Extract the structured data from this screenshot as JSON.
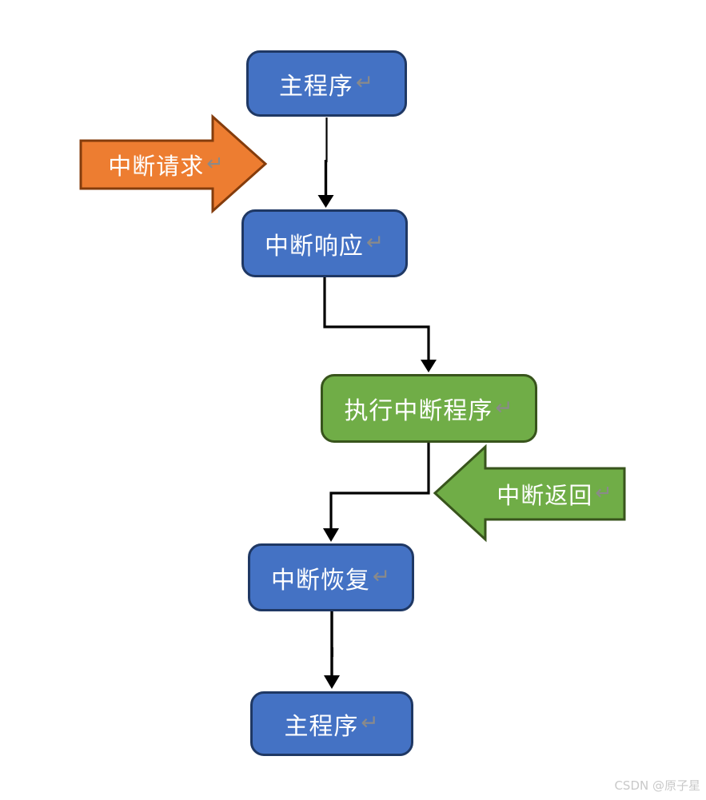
{
  "diagram": {
    "type": "flowchart",
    "background": "#FFFFFF",
    "return_mark": "↵",
    "watermark": "CSDN @原子星",
    "colors": {
      "node_blue_fill": "#4472C4",
      "node_blue_border": "#1F3864",
      "node_green_fill": "#70AD47",
      "node_green_border": "#38541C",
      "callout_orange_fill": "#ED7D31",
      "callout_orange_border": "#843C0C",
      "callout_green_fill": "#70AD47",
      "callout_green_border": "#38541C",
      "connector": "#000000",
      "node_text": "#FFFFFF",
      "return_mark_color": "#8A8A8A",
      "watermark_color": "#C9C9C9"
    },
    "nodes": [
      {
        "id": "main-program-top",
        "label": "主程序",
        "shape": "rounded-rect",
        "color": "blue"
      },
      {
        "id": "interrupt-response",
        "label": "中断响应",
        "shape": "rounded-rect",
        "color": "blue"
      },
      {
        "id": "execute-interrupt-routine",
        "label": "执行中断程序",
        "shape": "rounded-rect",
        "color": "green"
      },
      {
        "id": "interrupt-restore",
        "label": "中断恢复",
        "shape": "rounded-rect",
        "color": "blue"
      },
      {
        "id": "main-program-bottom",
        "label": "主程序",
        "shape": "rounded-rect",
        "color": "blue"
      }
    ],
    "callouts": [
      {
        "id": "interrupt-request",
        "label": "中断请求",
        "shape": "block-arrow",
        "direction": "right",
        "color": "orange",
        "points_at": "between main-program-top and interrupt-response"
      },
      {
        "id": "interrupt-return",
        "label": "中断返回",
        "shape": "block-arrow",
        "direction": "left",
        "color": "green",
        "points_at": "connector from execute-interrupt-routine to interrupt-restore"
      }
    ],
    "edges": [
      {
        "from": "main-program-top",
        "to": "interrupt-response",
        "style": "straight-down-arrow"
      },
      {
        "from": "interrupt-response",
        "to": "execute-interrupt-routine",
        "style": "elbow-right-down-arrow"
      },
      {
        "from": "execute-interrupt-routine",
        "to": "interrupt-restore",
        "style": "elbow-left-down-arrow"
      },
      {
        "from": "interrupt-restore",
        "to": "main-program-bottom",
        "style": "straight-down-arrow"
      }
    ]
  }
}
